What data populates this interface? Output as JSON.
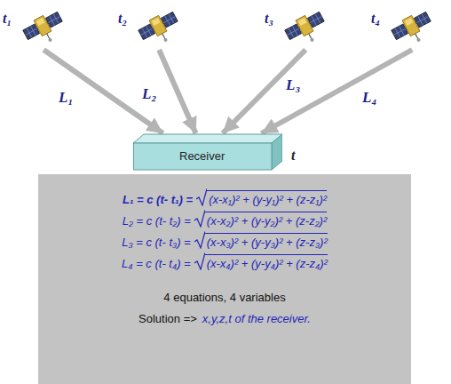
{
  "diagram": {
    "nodes": [
      {
        "text": [
          "t₁"
        ]
      },
      {
        "text": [
          "t₂"
        ]
      },
      {
        "text": [
          "t₃"
        ]
      },
      {
        "text": [
          "t₄"
        ]
      },
      {
        "text": [
          "Receiver",
          "t"
        ]
      },
      {
        "text": [
          "L₁ = c (t- t₁) =",
          "(x-x₁)² + (y-y₁)² + (z-z₁)²",
          "L₂ = c (t- t₂) =",
          "(x-x₂)² + (y-y₂)² + (z-z₂)²",
          "L₃ = c (t- t₃) =",
          "(x-x₃)² + (y-y₃)² + (z-z₃)²",
          "L₄ = c (t- t₄) =",
          "(x-x₄)² + (y-y₄)² + (z-z₄)²",
          "4 equations, 4 variables",
          "Solution =>",
          "x,y,z,t of the receiver."
        ]
      }
    ],
    "edges": [
      {
        "from": 0,
        "to": 4,
        "arrow": "to",
        "label": "L₁"
      },
      {
        "from": 1,
        "to": 4,
        "arrow": "to",
        "label": "L₂"
      },
      {
        "from": 2,
        "to": 4,
        "arrow": "to",
        "label": "L₃"
      },
      {
        "from": 3,
        "to": 4,
        "arrow": "to",
        "label": "L₄"
      }
    ]
  }
}
